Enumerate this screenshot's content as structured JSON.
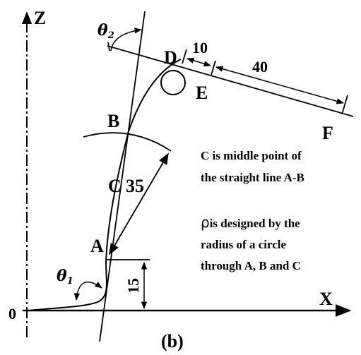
{
  "axes": {
    "z": "Z",
    "x": "X",
    "origin": "0"
  },
  "angles": {
    "theta1": "θ",
    "theta1_sub": "1",
    "theta2": "θ",
    "theta2_sub": "2"
  },
  "points": {
    "A": "A",
    "B": "B",
    "C": "C",
    "D": "D",
    "E": "E",
    "F": "F"
  },
  "dimensions": {
    "d10": "10",
    "d40": "40",
    "d35": "35",
    "d15": "15"
  },
  "notes": {
    "line1": "C is middle point of",
    "line2": "the straight line A-B",
    "rho_symbol": "ρ",
    "line3_rest": "is designed by the",
    "line4": "radius of a circle",
    "line5": "through A, B and C"
  },
  "caption": "(b)"
}
